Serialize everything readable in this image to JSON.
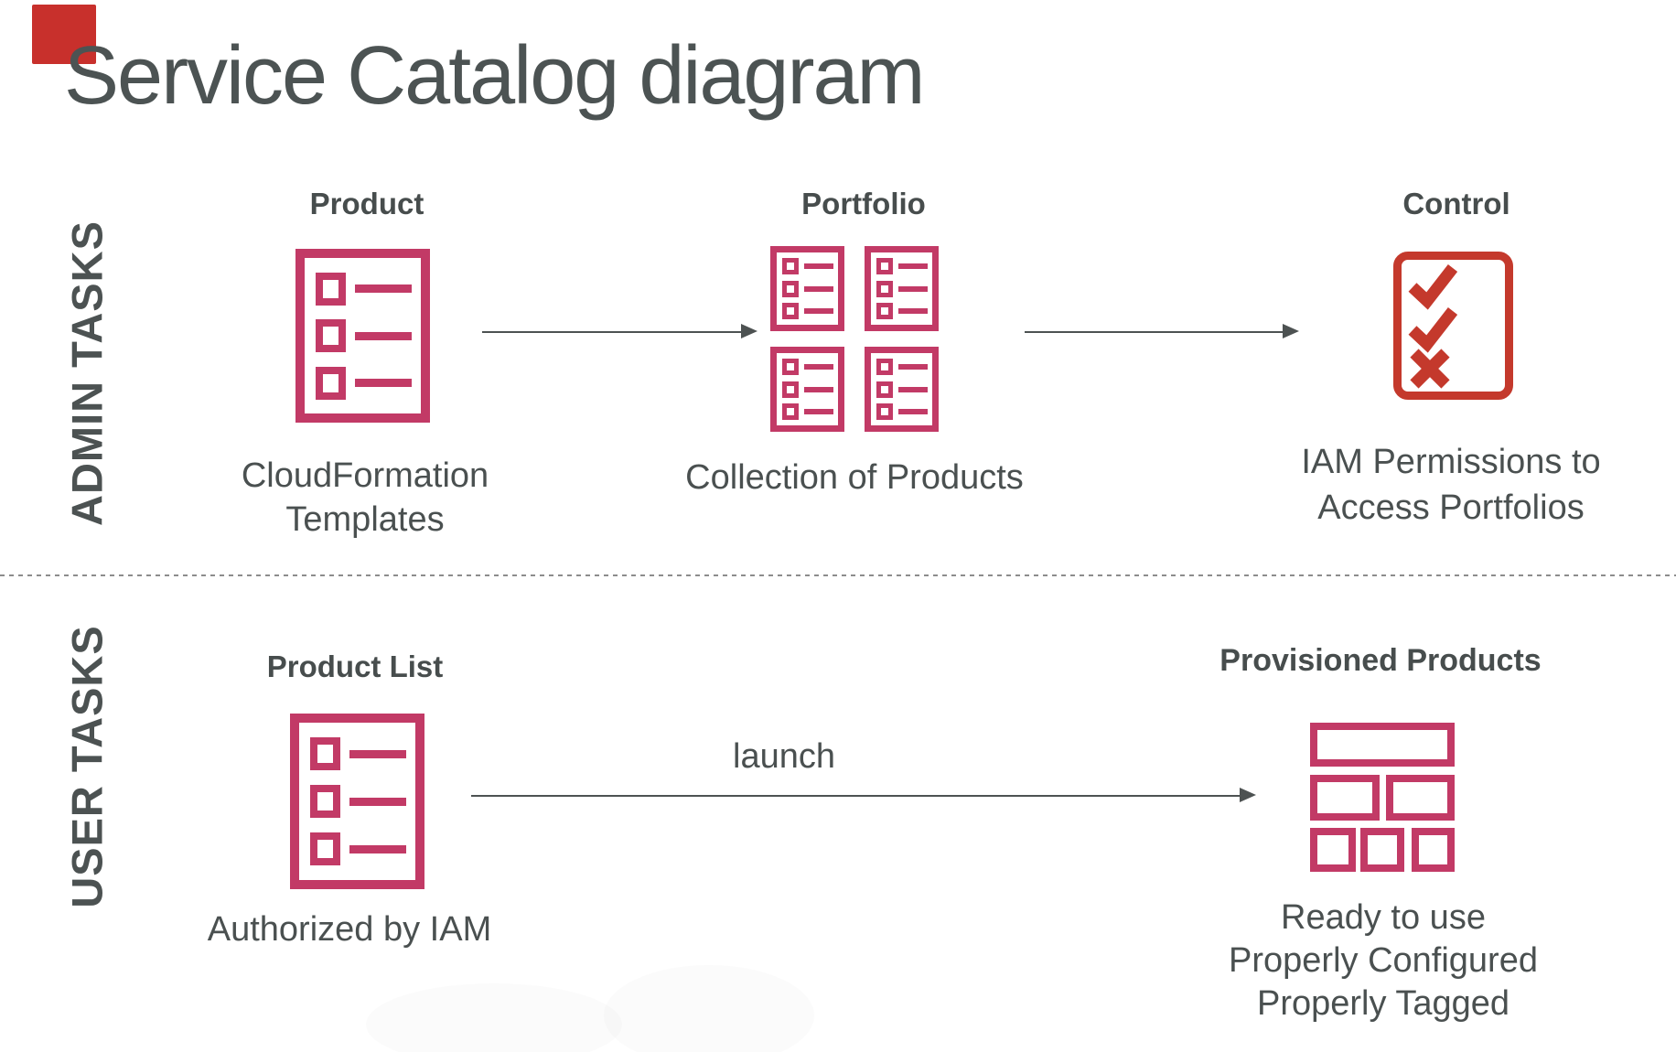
{
  "title": "Service Catalog diagram",
  "admin_row": {
    "label": "ADMIN TASKS",
    "product": {
      "heading": "Product",
      "caption": "CloudFormation Templates"
    },
    "portfolio": {
      "heading": "Portfolio",
      "caption": "Collection of Products"
    },
    "control": {
      "heading": "Control",
      "caption": "IAM Permissions to Access Portfolios"
    }
  },
  "user_row": {
    "label": "USER TASKS",
    "product_list": {
      "heading": "Product List",
      "caption": "Authorized by IAM"
    },
    "launch_label": "launch",
    "provisioned": {
      "heading": "Provisioned Products",
      "caption_lines": [
        "Ready to use",
        "Properly Configured",
        "Properly Tagged"
      ]
    }
  },
  "icons": {
    "product": "list-document-icon",
    "portfolio": "portfolio-2x2-list-icon",
    "control": "checklist-checks-icon",
    "provisioned": "stacked-blocks-icon"
  },
  "colors": {
    "pink": "#c23a66",
    "red": "#c4392c",
    "accent_square": "#c8302c",
    "text_dark": "#4a5050",
    "arrow": "#4d5252"
  }
}
